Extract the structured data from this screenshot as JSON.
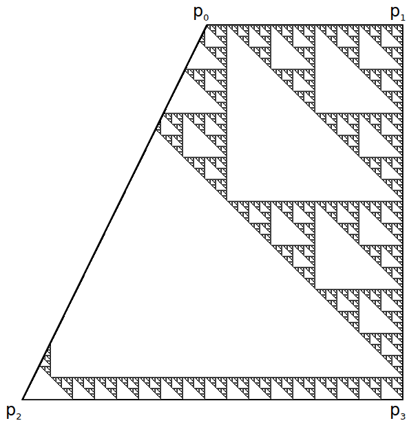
{
  "diagram": {
    "labels": [
      "p0",
      "p1",
      "p2",
      "p3"
    ]
  }
}
